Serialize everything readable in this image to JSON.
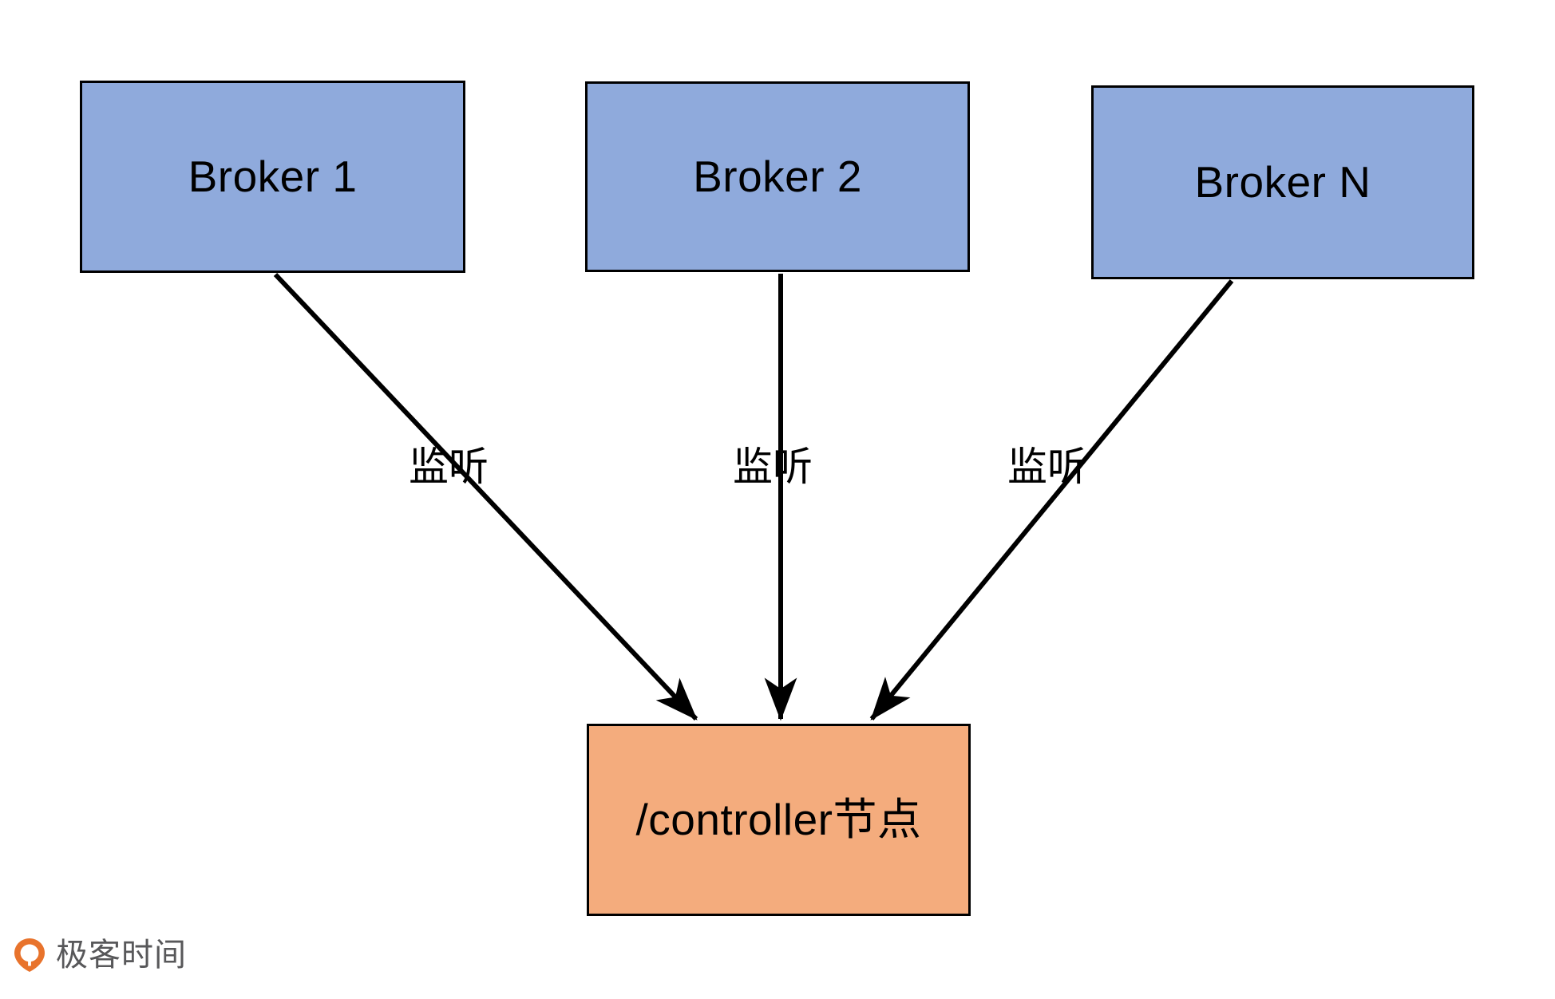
{
  "diagram": {
    "type": "flow-diagram",
    "background_color": "#ffffff",
    "nodes": [
      {
        "id": "broker-1",
        "label": "Broker 1",
        "fill": "#8FAADC",
        "stroke": "#000000"
      },
      {
        "id": "broker-2",
        "label": "Broker 2",
        "fill": "#8FAADC",
        "stroke": "#000000"
      },
      {
        "id": "broker-n",
        "label": "Broker N",
        "fill": "#8FAADC",
        "stroke": "#000000"
      },
      {
        "id": "controller",
        "label": "/controller节点",
        "fill": "#F4AC7D",
        "stroke": "#000000"
      }
    ],
    "edges": [
      {
        "id": "edge-1",
        "from": "broker-1",
        "to": "controller",
        "label": "监听",
        "arrow": "filled-triangle"
      },
      {
        "id": "edge-2",
        "from": "broker-2",
        "to": "controller",
        "label": "监听",
        "arrow": "filled-triangle"
      },
      {
        "id": "edge-3",
        "from": "broker-n",
        "to": "controller",
        "label": "监听",
        "arrow": "filled-triangle"
      }
    ]
  },
  "footer": {
    "brand": "极客时间",
    "logo_icon": "geektime-logo-icon",
    "logo_color": "#E8732C",
    "text_color": "#58585a"
  }
}
